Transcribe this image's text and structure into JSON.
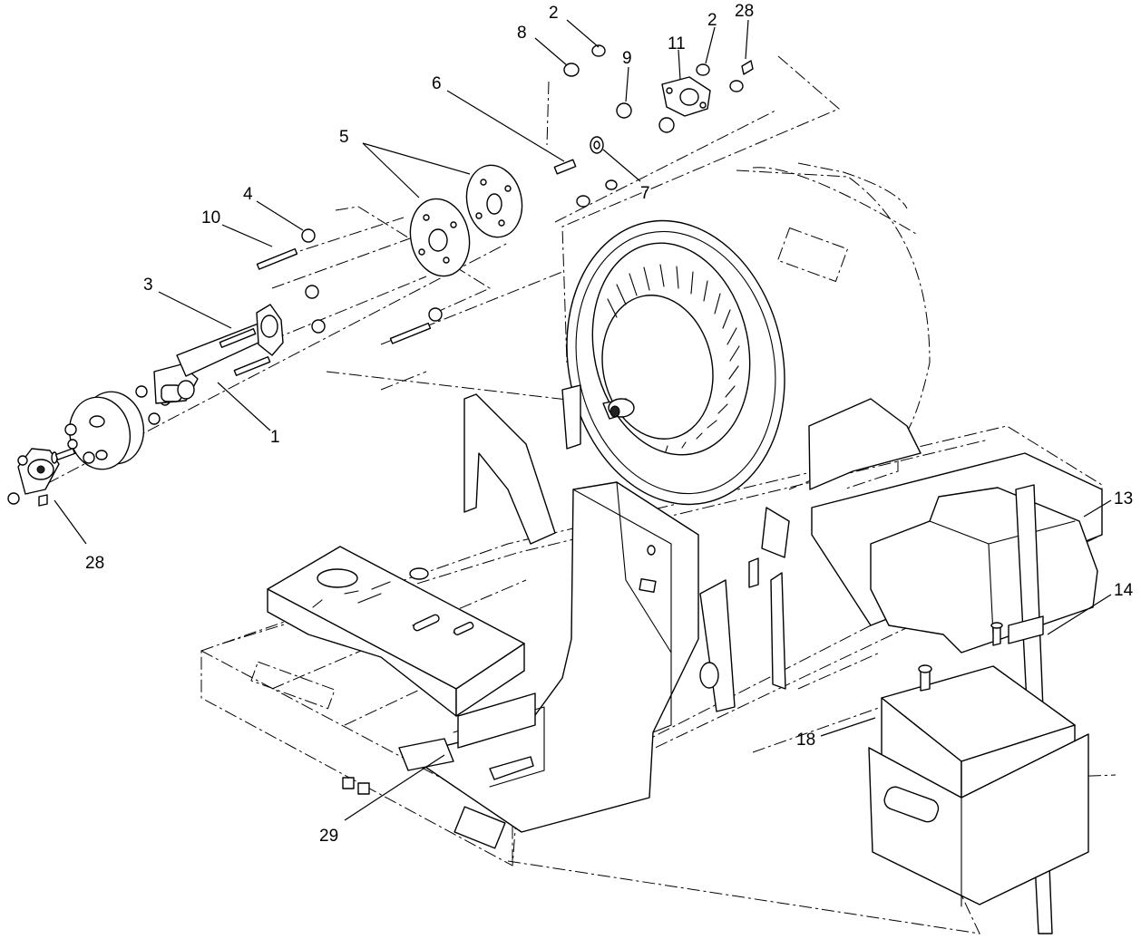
{
  "callouts": [
    {
      "id": "c2a",
      "label": "2"
    },
    {
      "id": "c8",
      "label": "8"
    },
    {
      "id": "c2b",
      "label": "2"
    },
    {
      "id": "c28a",
      "label": "28"
    },
    {
      "id": "c11",
      "label": "11"
    },
    {
      "id": "c9",
      "label": "9"
    },
    {
      "id": "c6",
      "label": "6"
    },
    {
      "id": "c5",
      "label": "5"
    },
    {
      "id": "c7",
      "label": "7"
    },
    {
      "id": "c4",
      "label": "4"
    },
    {
      "id": "c10",
      "label": "10"
    },
    {
      "id": "c3",
      "label": "3"
    },
    {
      "id": "c1",
      "label": "1"
    },
    {
      "id": "c28b",
      "label": "28"
    },
    {
      "id": "c13",
      "label": "13"
    },
    {
      "id": "c14",
      "label": "14"
    },
    {
      "id": "c18",
      "label": "18"
    },
    {
      "id": "c29",
      "label": "29"
    }
  ]
}
